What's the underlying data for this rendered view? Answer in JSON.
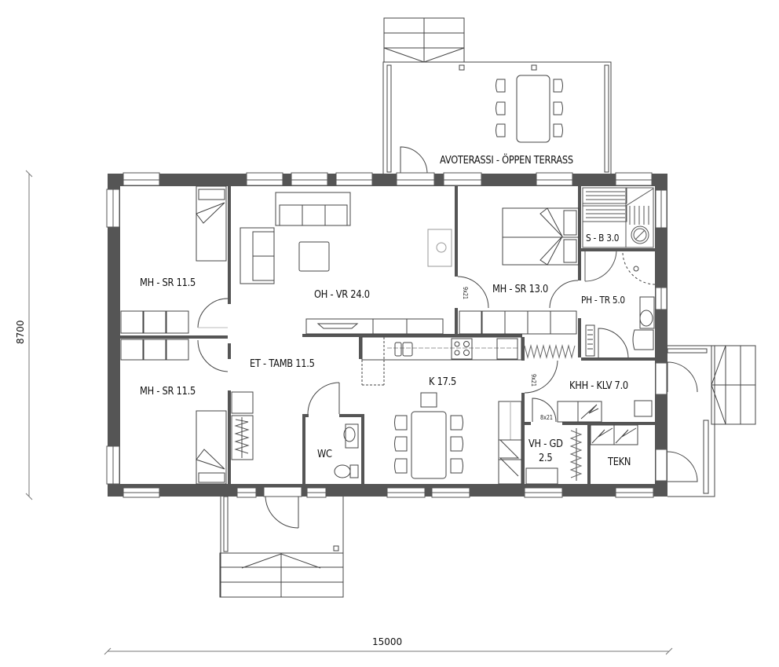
{
  "plan": {
    "colors": {
      "wall": "#555555",
      "line": "#333333",
      "light_line": "#888888",
      "background": "#ffffff"
    },
    "dimensions": {
      "width_label": "15000",
      "height_label": "8700"
    },
    "rooms": [
      {
        "id": "bedroom-1",
        "label": "MH - SR 11.5"
      },
      {
        "id": "bedroom-2",
        "label": "MH - SR 11.5"
      },
      {
        "id": "living-room",
        "label": "OH - VR 24.0"
      },
      {
        "id": "hall",
        "label": "ET - TAMB 11.5"
      },
      {
        "id": "master-bedroom",
        "label": "MH - SR 13.0"
      },
      {
        "id": "sauna",
        "label": "S - B 3.0"
      },
      {
        "id": "washroom",
        "label": "PH - TR 5.0"
      },
      {
        "id": "kitchen",
        "label": "K 17.5"
      },
      {
        "id": "utility",
        "label": "KHH - KLV 7.0"
      },
      {
        "id": "wc",
        "label": "WC"
      },
      {
        "id": "closet-line1",
        "label": "VH - GD"
      },
      {
        "id": "closet-line2",
        "label": "2.5"
      },
      {
        "id": "technical",
        "label": "TEKN"
      },
      {
        "id": "terrace",
        "label": "AVOTERASSI - ÖPPEN TERRASS"
      }
    ],
    "door_tags": [
      {
        "id": "master-door",
        "label": "9x21"
      },
      {
        "id": "utility-door",
        "label": "9x21"
      },
      {
        "id": "closet-door",
        "label": "8x21"
      }
    ]
  }
}
